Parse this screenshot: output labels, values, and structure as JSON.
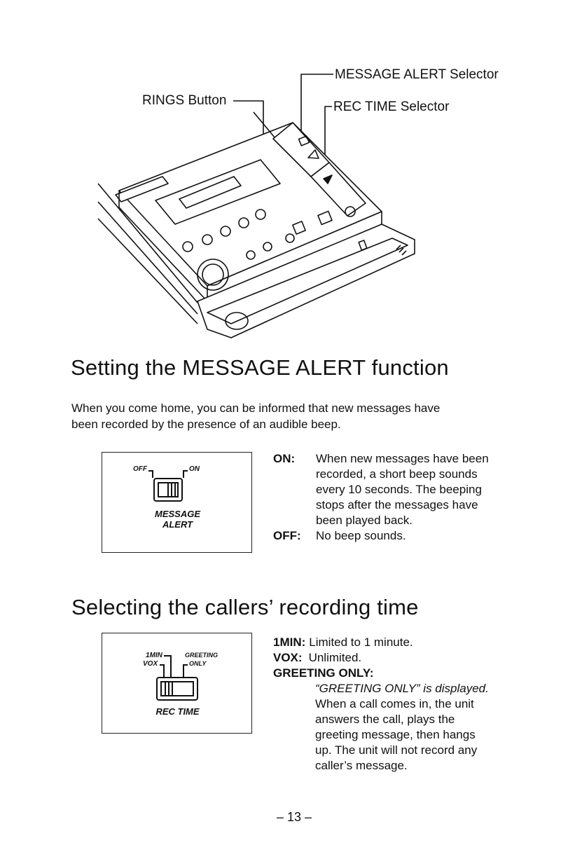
{
  "diagram": {
    "callout_message_alert": "MESSAGE ALERT Selector",
    "callout_rings": "RINGS Button",
    "callout_rec_time": "REC TIME Selector"
  },
  "section1": {
    "title": "Setting the MESSAGE ALERT function",
    "intro_line1": "When you come home, you can be informed that new messages have",
    "intro_line2": "been recorded by the presence of an audible beep.",
    "switch": {
      "off_label": "OFF",
      "on_label": "ON",
      "name_line1": "MESSAGE",
      "name_line2": "ALERT"
    },
    "on_term": "ON:",
    "on_lines": [
      "When new messages have been",
      "recorded, a short beep sounds",
      "every 10 seconds. The beeping",
      "stops after the messages have",
      "been played back."
    ],
    "off_term": "OFF:",
    "off_text": "No beep sounds."
  },
  "section2": {
    "title": "Selecting the callers’ recording time",
    "switch": {
      "label_1min": "1MIN",
      "label_vox": "VOX",
      "label_greeting": "GREETING",
      "label_only": "ONLY",
      "name": "REC TIME"
    },
    "min_term": "1MIN:",
    "min_text": "Limited to 1 minute.",
    "vox_term": "VOX:",
    "vox_text": "Unlimited.",
    "greeting_term": "GREETING ONLY:",
    "greeting_lines": [
      "“GREETING ONLY” is displayed.",
      "When a call comes in, the unit",
      "answers the call, plays the",
      "greeting message, then hangs",
      "up. The unit will not record any",
      "caller’s message."
    ]
  },
  "page_number": "– 13 –"
}
